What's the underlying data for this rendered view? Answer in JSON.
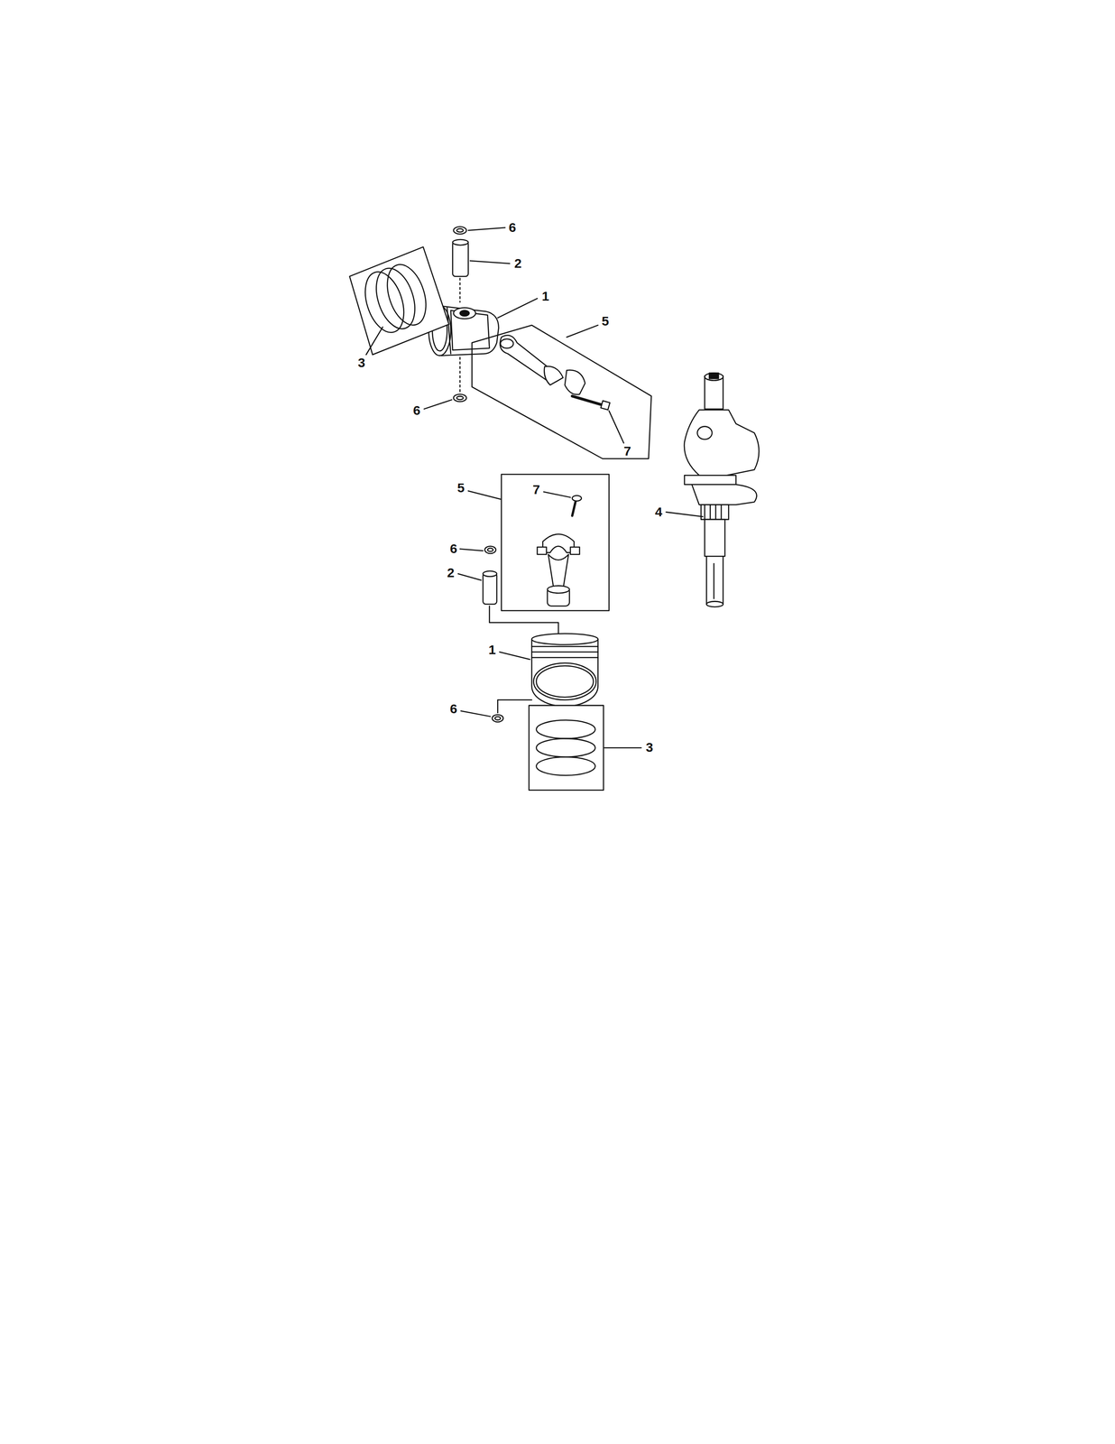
{
  "diagram": {
    "labels": [
      "6",
      "2",
      "1",
      "5",
      "3",
      "6",
      "7",
      "5",
      "7",
      "4",
      "6",
      "2",
      "1",
      "6",
      "3"
    ]
  }
}
